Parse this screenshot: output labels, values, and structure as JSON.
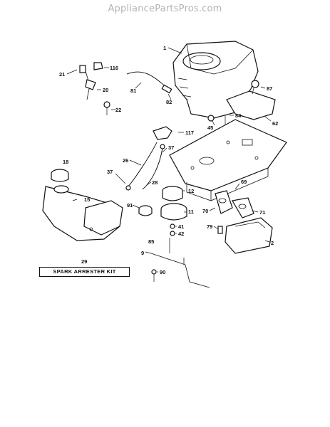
{
  "watermark": "AppliancePartsPros.com",
  "kit_label": "SPARK ARRESTER KIT",
  "callouts": [
    "1",
    "116",
    "21",
    "20",
    "22",
    "81",
    "82",
    "87",
    "45",
    "84",
    "62",
    "117",
    "37",
    "26",
    "18",
    "37",
    "28",
    "12",
    "69",
    "15",
    "91",
    "11",
    "70",
    "71",
    "79",
    "41",
    "42",
    "2",
    "85",
    "9",
    "90",
    "29"
  ],
  "colors": {
    "ink": "#111111",
    "watermark": "#b3b3b3",
    "background": "#ffffff"
  }
}
